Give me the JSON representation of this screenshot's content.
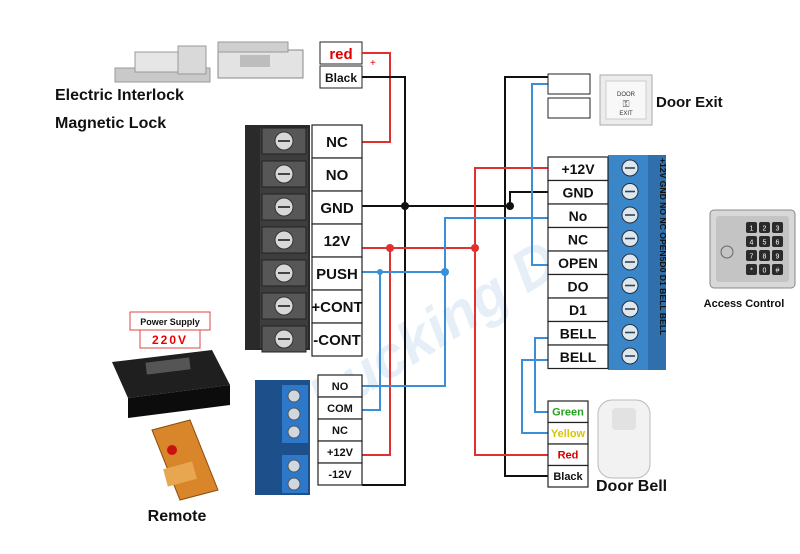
{
  "devices": {
    "lock_title_1": "Electric Interlock",
    "lock_title_2": "Magnetic Lock",
    "door_exit": "Door Exit",
    "access_control": "Access Control",
    "door_bell": "Door Bell",
    "remote": "Remote",
    "power_supply": "Power Supply",
    "voltage": "220V",
    "button_text_1": "DOOR",
    "button_text_2": "EXIT"
  },
  "lock_wires": {
    "red": "red",
    "black": "Black",
    "plus": "+",
    "minus": "-"
  },
  "power_terminals": [
    "NC",
    "NO",
    "GND",
    "12V",
    "PUSH",
    "+CONT",
    "-CONT"
  ],
  "relay_terminals": [
    "NO",
    "COM",
    "NC",
    "+12V",
    "-12V"
  ],
  "reader_terminals": [
    "+12V",
    "GND",
    "No",
    "NC",
    "OPEN",
    "DO",
    "D1",
    "BELL",
    "BELL"
  ],
  "reader_side_label": "+12V GND NO NC OPEN5D0 D1 BELL BELL",
  "bell_wires": [
    {
      "label": "Green",
      "color": "#22a322"
    },
    {
      "label": "Yellow",
      "color": "#d8c400"
    },
    {
      "label": "Red",
      "color": "#d40000"
    },
    {
      "label": "Black",
      "color": "#111111"
    }
  ],
  "keypad_keys": [
    "1",
    "2",
    "3",
    "4",
    "5",
    "6",
    "7",
    "8",
    "9",
    "*",
    "0",
    "#"
  ],
  "watermark": "Lucking Door",
  "colors": {
    "red_wire": "#e03030",
    "black_wire": "#111111",
    "blue_wire": "#3b8fd8",
    "terminal_blue": "#3a86c8"
  }
}
